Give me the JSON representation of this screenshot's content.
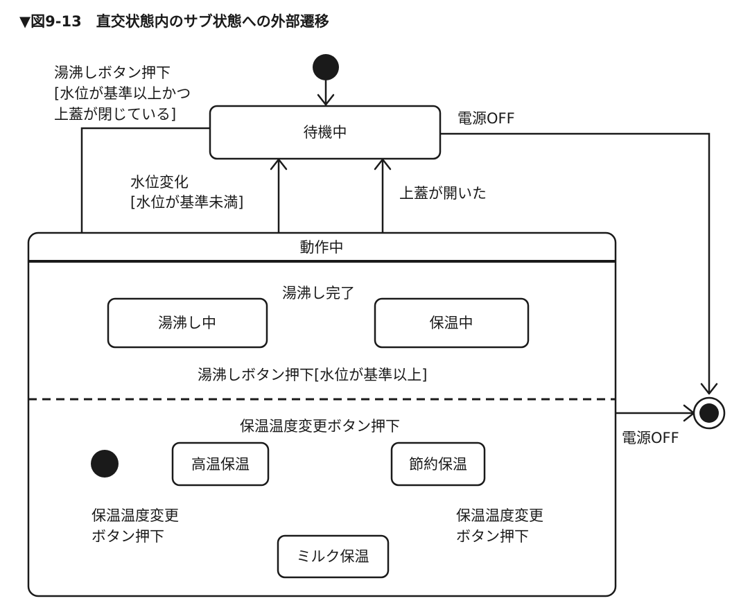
{
  "title": "▼図9-13　直交状態内のサブ状態への外部遷移",
  "states": {
    "standby": "待機中",
    "operating": "動作中",
    "boiling": "湯沸し中",
    "keepwarm": "保温中",
    "high_temp": "高温保温",
    "eco": "節約保温",
    "milk": "ミルク保温"
  },
  "transitions": {
    "boil_press": [
      "湯沸しボタン押下",
      "[水位が基準以上かつ",
      "上蓋が閉じている]"
    ],
    "power_off_top": "電源OFF",
    "water_change": [
      "水位変化",
      "[水位が基準未満]"
    ],
    "lid_open": "上蓋が開いた",
    "boil_done": "湯沸し完了",
    "reboil": "湯沸しボタン押下[水位が基準以上]",
    "temp_change_top": "保温温度変更ボタン押下",
    "temp_change_left": [
      "保温温度変更",
      "ボタン押下"
    ],
    "temp_change_right": [
      "保温温度変更",
      "ボタン押下"
    ],
    "power_off_bottom": "電源OFF"
  }
}
